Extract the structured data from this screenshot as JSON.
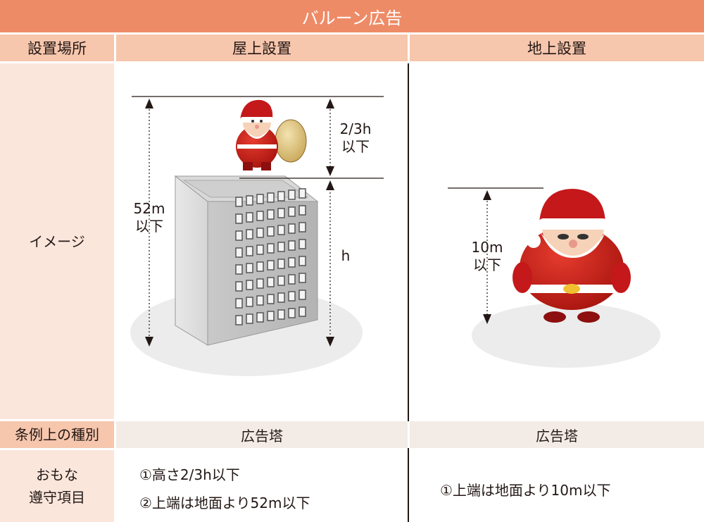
{
  "title": "バルーン広告",
  "header": {
    "location_label": "設置場所",
    "rooftop": "屋上設置",
    "ground": "地上設置"
  },
  "rows": {
    "image_label": "イメージ",
    "ordinance_label": "条例上の種別",
    "items_label_line1": "おもな",
    "items_label_line2": "遵守項目"
  },
  "rooftop": {
    "type": "広告塔",
    "total_height_line1": "52m",
    "total_height_line2": "以下",
    "balloon_ratio_line1": "2/3h",
    "balloon_ratio_line2": "以下",
    "building_height": "h",
    "rule1": "①高さ2/3h以下",
    "rule2": "②上端は地面より52m以下"
  },
  "ground": {
    "type": "広告塔",
    "height_line1": "10m",
    "height_line2": "以下",
    "rule1": "①上端は地面より10m以下"
  }
}
